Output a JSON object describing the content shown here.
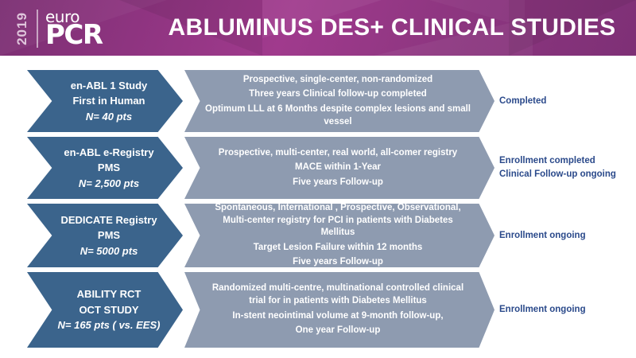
{
  "header": {
    "year": "2019",
    "logo_top": "euro",
    "logo_bottom": "PCR",
    "title": "ABLUMINUS DES+ CLINICAL STUDIES",
    "brand_color": "#8e3480",
    "title_color": "#ffffff"
  },
  "colors": {
    "study_chevron": "#3b648c",
    "detail_chevron": "#8e9bb0",
    "status_text": "#2b4a8b",
    "page_background": "#ffffff"
  },
  "rows": [
    {
      "study": {
        "line1": "en-ABL 1 Study",
        "line2": "First in Human",
        "line3": "N= 40 pts"
      },
      "details": [
        "Prospective, single-center, non-randomized",
        "Three years Clinical follow-up completed",
        "Optimum LLL at 6 Months despite complex lesions and small vessel"
      ],
      "status": [
        "Completed"
      ]
    },
    {
      "study": {
        "line1": "en-ABL e-Registry",
        "line2": "PMS",
        "line3": "N= 2,500 pts"
      },
      "details": [
        "Prospective, multi-center, real world, all-comer registry",
        "MACE within 1-Year",
        "Five years Follow-up"
      ],
      "status": [
        "Enrollment completed",
        "Clinical Follow-up ongoing"
      ]
    },
    {
      "study": {
        "line1": "DEDICATE Registry",
        "line2": "PMS",
        "line3": "N= 5000 pts"
      },
      "details": [
        "Spontaneous, International , Prospective, Observational, Multi-center registry for PCI in patients with Diabetes Mellitus",
        "Target Lesion Failure within 12 months",
        "Five years Follow-up"
      ],
      "status": [
        "Enrollment ongoing"
      ]
    },
    {
      "study": {
        "line1": "ABILITY RCT",
        "line2": "OCT STUDY",
        "line3": "N= 165 pts ( vs. EES)"
      },
      "details": [
        "Randomized multi-centre, multinational controlled clinical trial for in patients with Diabetes Mellitus",
        "In-stent neointimal volume at 9-month follow-up,",
        "One year Follow-up"
      ],
      "status": [
        "Enrollment ongoing"
      ]
    }
  ]
}
